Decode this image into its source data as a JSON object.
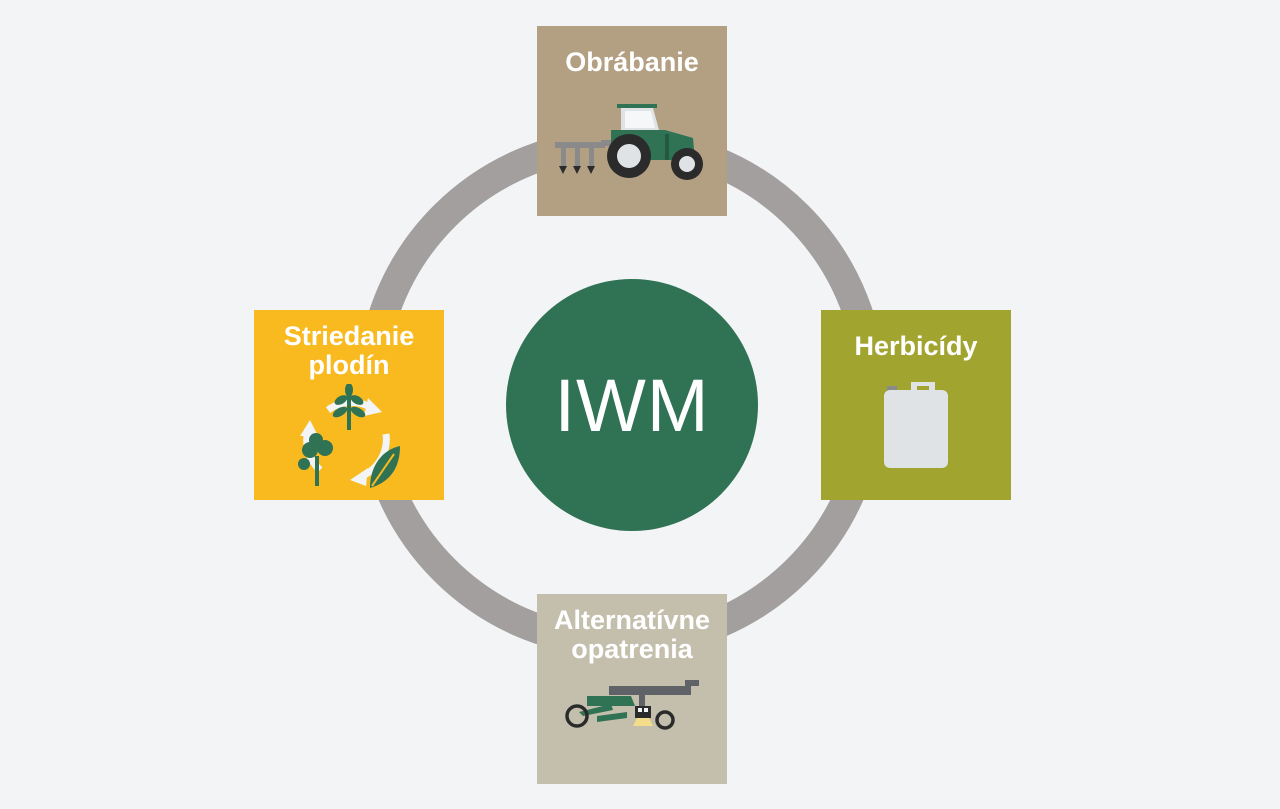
{
  "center": {
    "label": "IWM"
  },
  "nodes": {
    "top": {
      "label": "Obrábanie"
    },
    "right": {
      "label": "Herbicídy"
    },
    "left": {
      "label": "Striedanie plodín"
    },
    "bottom": {
      "label": "Alternatívne opatrenia"
    }
  },
  "colors": {
    "background": "#f2f4f6",
    "ring": "#a39f9e",
    "center": "#2f7254",
    "top": "#b3a083",
    "right": "#a1a530",
    "left": "#f8ba1e",
    "bottom": "#c4bfad",
    "icon_green": "#2f7254"
  },
  "icons": {
    "top": "tractor-plough-icon",
    "right": "herbicide-canister-icon",
    "left": "crop-rotation-icon",
    "bottom": "mechanical-weeder-icon"
  }
}
